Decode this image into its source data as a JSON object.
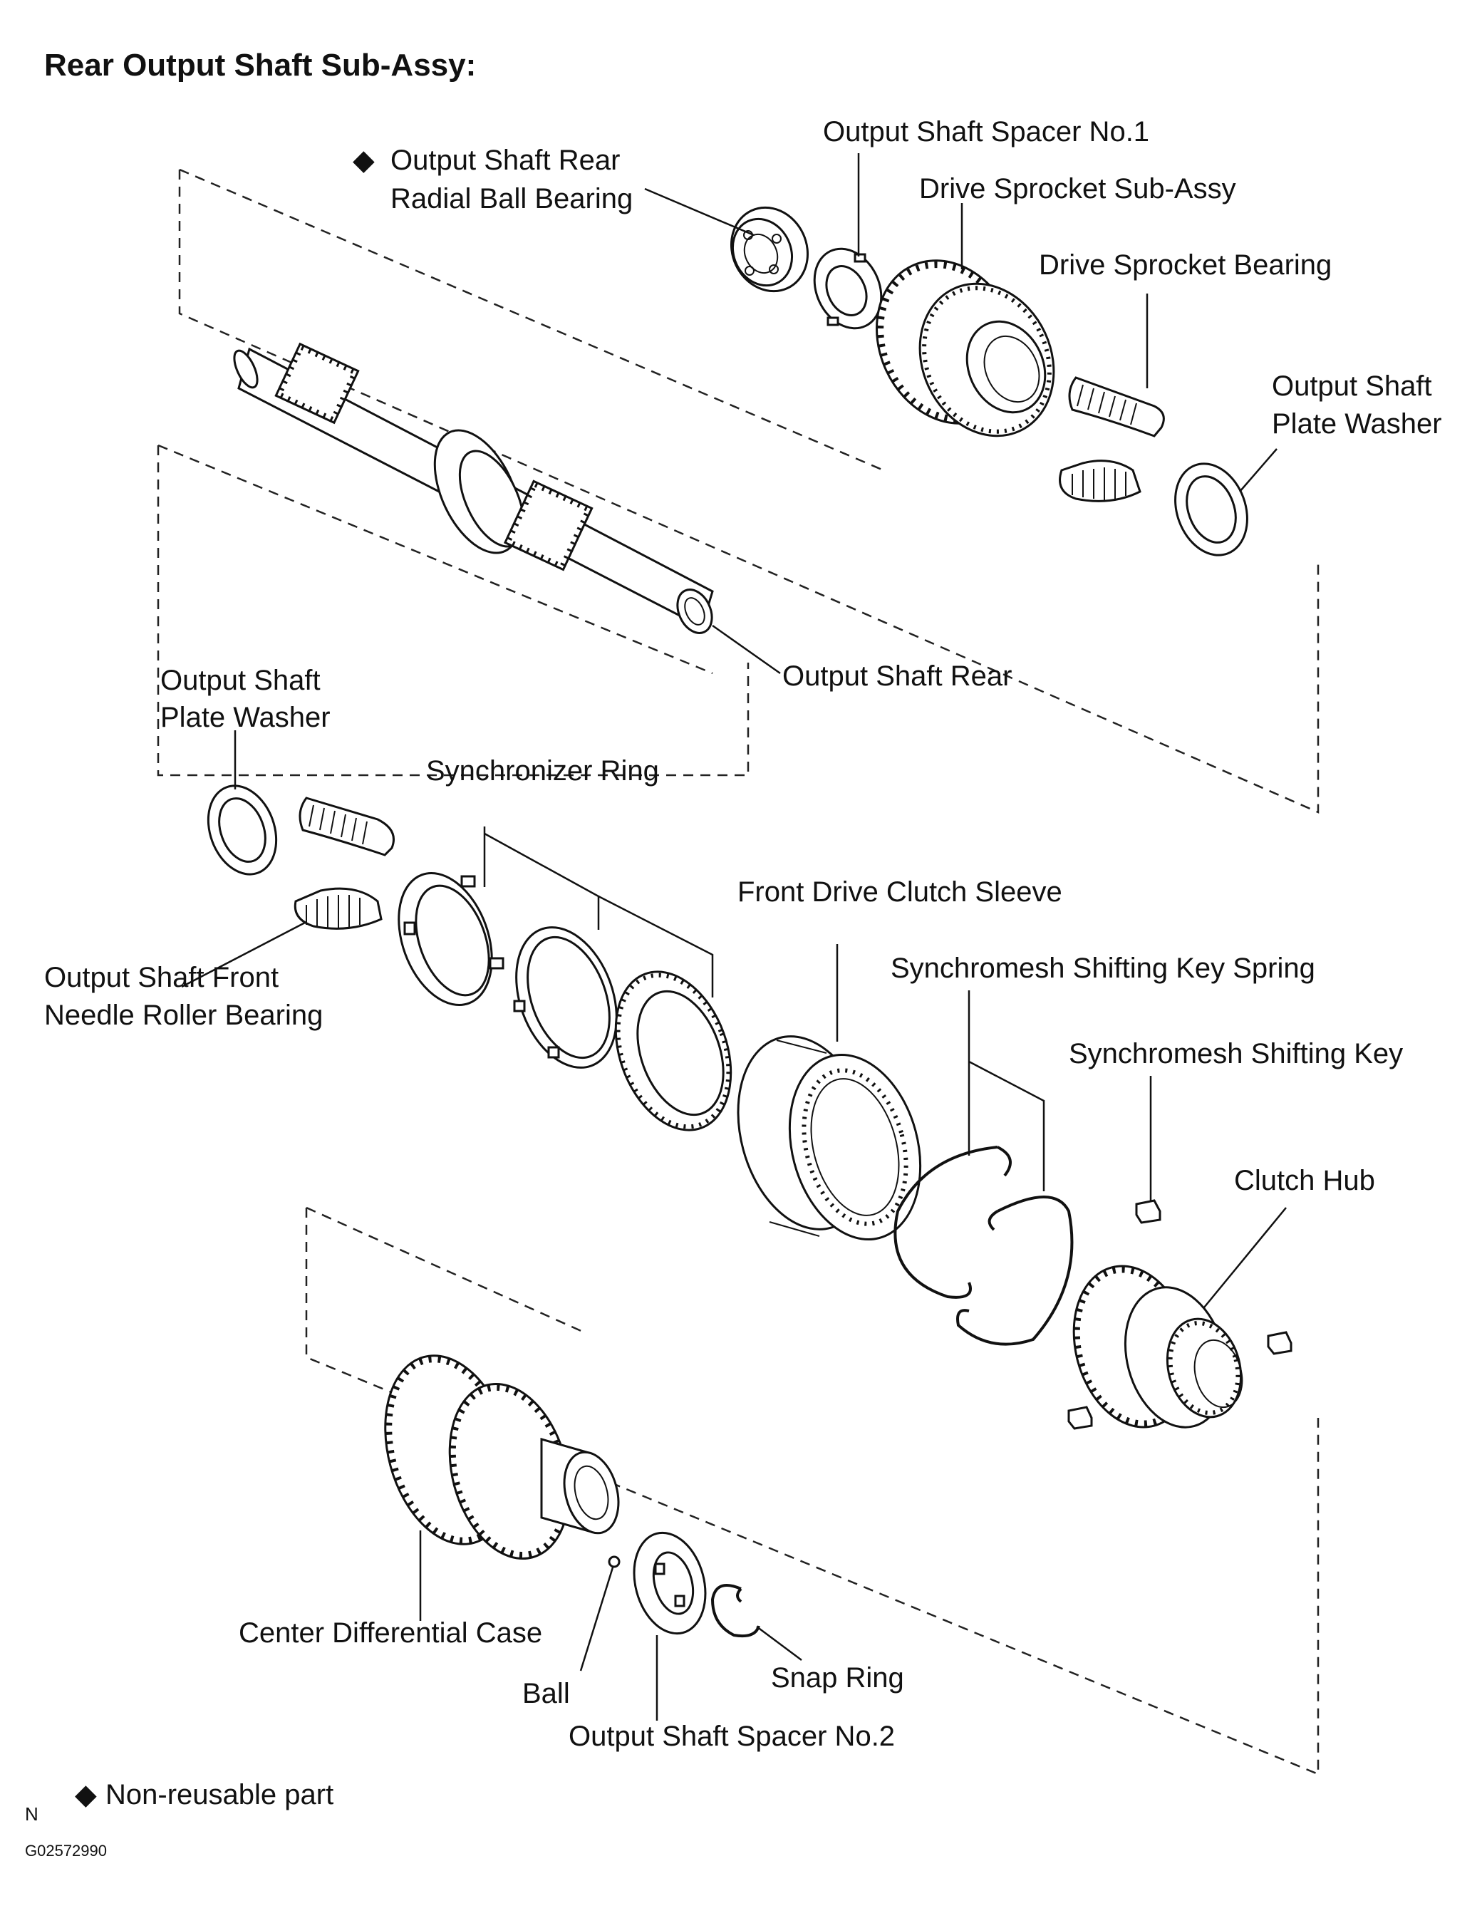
{
  "title": "Rear Output Shaft Sub-Assy:",
  "labels": {
    "rear_radial_bearing_1": "Output Shaft Rear",
    "rear_radial_bearing_2": "Radial Ball Bearing",
    "spacer_no1": "Output Shaft Spacer No.1",
    "drive_sprocket": "Drive Sprocket Sub-Assy",
    "drive_sprocket_bearing": "Drive Sprocket Bearing",
    "plate_washer_right_1": "Output Shaft",
    "plate_washer_right_2": "Plate Washer",
    "output_shaft_rear": "Output Shaft Rear",
    "plate_washer_left_1": "Output Shaft",
    "plate_washer_left_2": "Plate Washer",
    "synchronizer_ring": "Synchronizer Ring",
    "front_needle_bearing_1": "Output Shaft Front",
    "front_needle_bearing_2": "Needle Roller Bearing",
    "front_drive_clutch_sleeve": "Front Drive Clutch Sleeve",
    "shifting_key_spring": "Synchromesh Shifting Key Spring",
    "shifting_key": "Synchromesh Shifting Key",
    "clutch_hub": "Clutch Hub",
    "center_diff_case": "Center Differential Case",
    "ball": "Ball",
    "snap_ring": "Snap Ring",
    "spacer_no2": "Output Shaft Spacer No.2"
  },
  "legend": {
    "symbol": "◆",
    "text": "Non-reusable part"
  },
  "footer": {
    "code_letter": "N",
    "figure_id": "G02572990"
  }
}
